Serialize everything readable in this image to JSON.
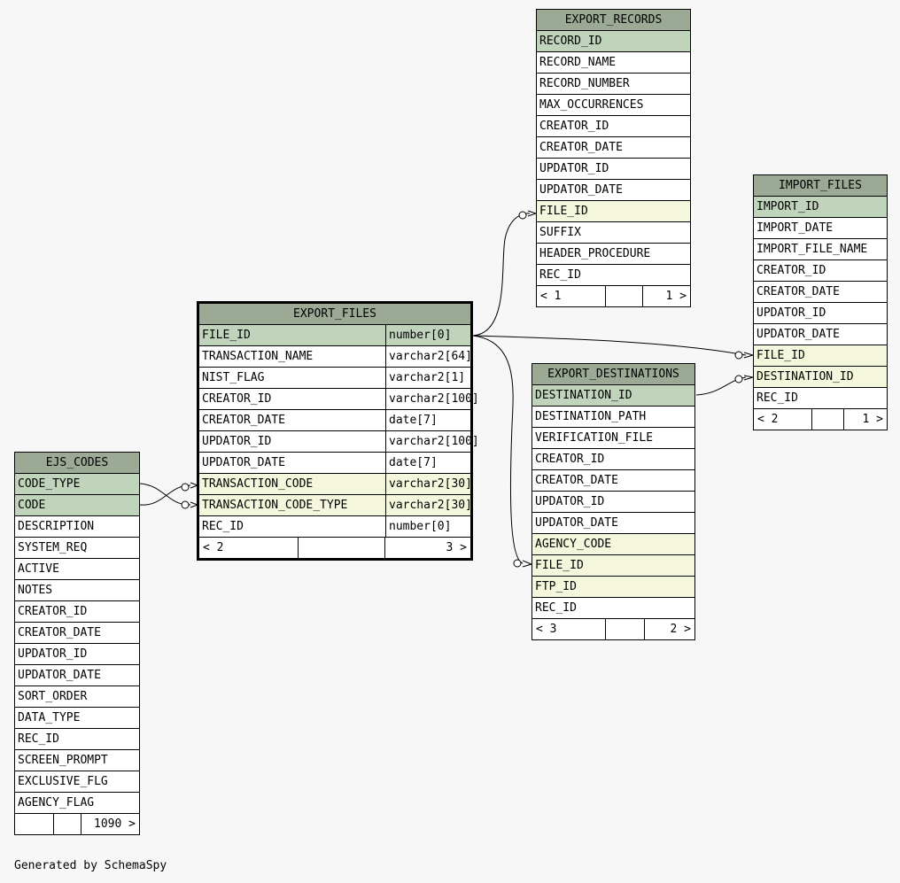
{
  "caption": "Generated by SchemaSpy",
  "colors": {
    "header": "#9caa95",
    "primary_key": "#bfd4bb",
    "foreign_key": "#f4f7dc"
  },
  "tables": {
    "export_records": {
      "name": "EXPORT_RECORDS",
      "columns": [
        {
          "name": "RECORD_ID",
          "kind": "pk"
        },
        {
          "name": "RECORD_NAME",
          "kind": ""
        },
        {
          "name": "RECORD_NUMBER",
          "kind": ""
        },
        {
          "name": "MAX_OCCURRENCES",
          "kind": ""
        },
        {
          "name": "CREATOR_ID",
          "kind": ""
        },
        {
          "name": "CREATOR_DATE",
          "kind": ""
        },
        {
          "name": "UPDATOR_ID",
          "kind": ""
        },
        {
          "name": "UPDATOR_DATE",
          "kind": ""
        },
        {
          "name": "FILE_ID",
          "kind": "fk"
        },
        {
          "name": "SUFFIX",
          "kind": ""
        },
        {
          "name": "HEADER_PROCEDURE",
          "kind": ""
        },
        {
          "name": "REC_ID",
          "kind": ""
        }
      ],
      "footer": {
        "parents": "< 1",
        "rows": "",
        "children": "1 >"
      }
    },
    "import_files": {
      "name": "IMPORT_FILES",
      "columns": [
        {
          "name": "IMPORT_ID",
          "kind": "pk"
        },
        {
          "name": "IMPORT_DATE",
          "kind": ""
        },
        {
          "name": "IMPORT_FILE_NAME",
          "kind": ""
        },
        {
          "name": "CREATOR_ID",
          "kind": ""
        },
        {
          "name": "CREATOR_DATE",
          "kind": ""
        },
        {
          "name": "UPDATOR_ID",
          "kind": ""
        },
        {
          "name": "UPDATOR_DATE",
          "kind": ""
        },
        {
          "name": "FILE_ID",
          "kind": "fk"
        },
        {
          "name": "DESTINATION_ID",
          "kind": "fk"
        },
        {
          "name": "REC_ID",
          "kind": ""
        }
      ],
      "footer": {
        "parents": "< 2",
        "rows": "",
        "children": "1 >"
      }
    },
    "export_files": {
      "name": "EXPORT_FILES",
      "columns": [
        {
          "name": "FILE_ID",
          "type": "number[0]",
          "kind": "pk"
        },
        {
          "name": "TRANSACTION_NAME",
          "type": "varchar2[64]",
          "kind": ""
        },
        {
          "name": "NIST_FLAG",
          "type": "varchar2[1]",
          "kind": ""
        },
        {
          "name": "CREATOR_ID",
          "type": "varchar2[100]",
          "kind": ""
        },
        {
          "name": "CREATOR_DATE",
          "type": "date[7]",
          "kind": ""
        },
        {
          "name": "UPDATOR_ID",
          "type": "varchar2[100]",
          "kind": ""
        },
        {
          "name": "UPDATOR_DATE",
          "type": "date[7]",
          "kind": ""
        },
        {
          "name": "TRANSACTION_CODE",
          "type": "varchar2[30]",
          "kind": "fk"
        },
        {
          "name": "TRANSACTION_CODE_TYPE",
          "type": "varchar2[30]",
          "kind": "fk"
        },
        {
          "name": "REC_ID",
          "type": "number[0]",
          "kind": ""
        }
      ],
      "footer": {
        "parents": "< 2",
        "rows": "",
        "children": "3 >"
      }
    },
    "export_destinations": {
      "name": "EXPORT_DESTINATIONS",
      "columns": [
        {
          "name": "DESTINATION_ID",
          "kind": "pk"
        },
        {
          "name": "DESTINATION_PATH",
          "kind": ""
        },
        {
          "name": "VERIFICATION_FILE",
          "kind": ""
        },
        {
          "name": "CREATOR_ID",
          "kind": ""
        },
        {
          "name": "CREATOR_DATE",
          "kind": ""
        },
        {
          "name": "UPDATOR_ID",
          "kind": ""
        },
        {
          "name": "UPDATOR_DATE",
          "kind": ""
        },
        {
          "name": "AGENCY_CODE",
          "kind": "fk"
        },
        {
          "name": "FILE_ID",
          "kind": "fk"
        },
        {
          "name": "FTP_ID",
          "kind": "fk"
        },
        {
          "name": "REC_ID",
          "kind": ""
        }
      ],
      "footer": {
        "parents": "< 3",
        "rows": "",
        "children": "2 >"
      }
    },
    "ejs_codes": {
      "name": "EJS_CODES",
      "columns": [
        {
          "name": "CODE_TYPE",
          "kind": "pk"
        },
        {
          "name": "CODE",
          "kind": "pk"
        },
        {
          "name": "DESCRIPTION",
          "kind": ""
        },
        {
          "name": "SYSTEM_REQ",
          "kind": ""
        },
        {
          "name": "ACTIVE",
          "kind": ""
        },
        {
          "name": "NOTES",
          "kind": ""
        },
        {
          "name": "CREATOR_ID",
          "kind": ""
        },
        {
          "name": "CREATOR_DATE",
          "kind": ""
        },
        {
          "name": "UPDATOR_ID",
          "kind": ""
        },
        {
          "name": "UPDATOR_DATE",
          "kind": ""
        },
        {
          "name": "SORT_ORDER",
          "kind": ""
        },
        {
          "name": "DATA_TYPE",
          "kind": ""
        },
        {
          "name": "REC_ID",
          "kind": ""
        },
        {
          "name": "SCREEN_PROMPT",
          "kind": ""
        },
        {
          "name": "EXCLUSIVE_FLG",
          "kind": ""
        },
        {
          "name": "AGENCY_FLAG",
          "kind": ""
        }
      ],
      "footer": {
        "parents": "",
        "rows": "",
        "children": "1090 >"
      }
    }
  }
}
